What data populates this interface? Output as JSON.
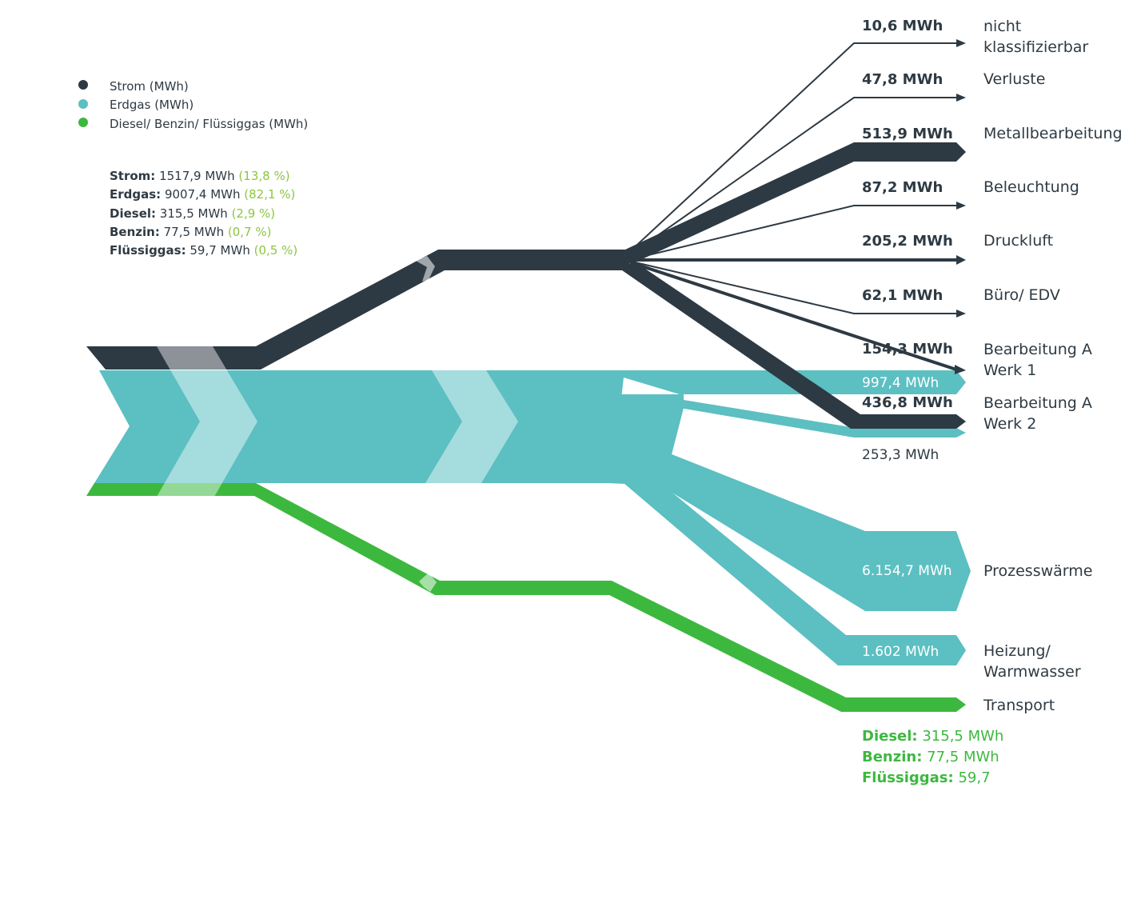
{
  "colors": {
    "strom": "#2e3a43",
    "erdgas": "#5cbfc2",
    "fuel": "#3db83f",
    "percent": "#8cc63f"
  },
  "legend": [
    {
      "label": "Strom (MWh)",
      "color": "#2e3a43"
    },
    {
      "label": "Erdgas (MWh)",
      "color": "#5cbfc2"
    },
    {
      "label": "Diesel/ Benzin/ Flüssiggas (MWh)",
      "color": "#3db83f"
    }
  ],
  "totals": [
    {
      "name": "Strom:",
      "value": "1517,9 MWh",
      "pct": "(13,8 %)"
    },
    {
      "name": "Erdgas:",
      "value": "9007,4 MWh",
      "pct": "(82,1 %)"
    },
    {
      "name": "Diesel:",
      "value": "315,5 MWh",
      "pct": "(2,9 %)"
    },
    {
      "name": "Benzin:",
      "value": "77,5 MWh",
      "pct": "(0,7 %)"
    },
    {
      "name": "Flüssiggas:",
      "value": "59,7 MWh",
      "pct": "(0,5 %)"
    }
  ],
  "chart_data": {
    "type": "sankey",
    "sources": [
      {
        "name": "Strom",
        "value": 1517.9,
        "share_pct": 13.8
      },
      {
        "name": "Erdgas",
        "value": 9007.4,
        "share_pct": 82.1
      },
      {
        "name": "Diesel",
        "value": 315.5,
        "share_pct": 2.9
      },
      {
        "name": "Benzin",
        "value": 77.5,
        "share_pct": 0.7
      },
      {
        "name": "Flüssiggas",
        "value": 59.7,
        "share_pct": 0.5
      }
    ],
    "strom_flows": [
      {
        "target": "nicht klassifizierbar",
        "value": 10.6,
        "label": "10,6 MWh"
      },
      {
        "target": "Verluste",
        "value": 47.8,
        "label": "47,8 MWh"
      },
      {
        "target": "Metallbearbeitung",
        "value": 513.9,
        "label": "513,9 MWh"
      },
      {
        "target": "Beleuchtung",
        "value": 87.2,
        "label": "87,2 MWh"
      },
      {
        "target": "Druckluft",
        "value": 205.2,
        "label": "205,2 MWh"
      },
      {
        "target": "Büro/ EDV",
        "value": 62.1,
        "label": "62,1 MWh"
      },
      {
        "target": "Bearbeitung A Werk 1",
        "value": 154.3,
        "label": "154,3 MWh"
      },
      {
        "target": "Bearbeitung A Werk 2",
        "value": 436.8,
        "label": "436,8 MWh"
      }
    ],
    "erdgas_flows": [
      {
        "target": "Bearbeitung A Werk 1",
        "value": 997.4,
        "label": "997,4 MWh"
      },
      {
        "target": "Bearbeitung A Werk 2",
        "value": 253.3,
        "label": "253,3 MWh"
      },
      {
        "target": "Prozesswärme",
        "value": 6154.7,
        "label": "6.154,7 MWh"
      },
      {
        "target": "Heizung/ Warmwasser",
        "value": 1602,
        "label": "1.602 MWh"
      }
    ],
    "fuel_flows": [
      {
        "target": "Transport",
        "lines": [
          {
            "name": "Diesel:",
            "value": "315,5 MWh"
          },
          {
            "name": "Benzin:",
            "value": "77,5 MWh"
          },
          {
            "name": "Flüssiggas:",
            "value": "59,7"
          }
        ]
      }
    ],
    "destinations": [
      {
        "id": "nk",
        "lines": [
          "nicht",
          "klassifizierbar"
        ]
      },
      {
        "id": "verluste",
        "lines": [
          "Verluste"
        ]
      },
      {
        "id": "metall",
        "lines": [
          "Metallbearbeitung"
        ]
      },
      {
        "id": "beleuchtung",
        "lines": [
          "Beleuchtung"
        ]
      },
      {
        "id": "druckluft",
        "lines": [
          "Druckluft"
        ]
      },
      {
        "id": "buero",
        "lines": [
          "Büro/ EDV"
        ]
      },
      {
        "id": "werk1",
        "lines": [
          "Bearbeitung A",
          "Werk 1"
        ]
      },
      {
        "id": "werk2",
        "lines": [
          "Bearbeitung A",
          "Werk 2"
        ]
      },
      {
        "id": "prozess",
        "lines": [
          "Prozesswärme"
        ]
      },
      {
        "id": "heizung",
        "lines": [
          "Heizung/",
          "Warmwasser"
        ]
      },
      {
        "id": "transport",
        "lines": [
          "Transport"
        ]
      }
    ]
  }
}
